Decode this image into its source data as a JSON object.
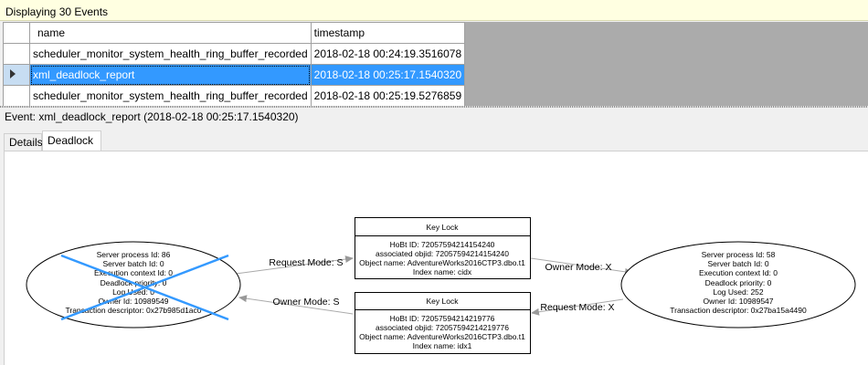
{
  "status_bar": {
    "text": "Displaying 30 Events"
  },
  "grid": {
    "columns": [
      "name",
      "timestamp"
    ],
    "rows": [
      {
        "name": "scheduler_monitor_system_health_ring_buffer_recorded",
        "timestamp": "2018-02-18 00:24:19.3516078",
        "selected": false
      },
      {
        "name": "xml_deadlock_report",
        "timestamp": "2018-02-18 00:25:17.1540320",
        "selected": true
      },
      {
        "name": "scheduler_monitor_system_health_ring_buffer_recorded",
        "timestamp": "2018-02-18 00:25:19.5276859",
        "selected": false
      }
    ]
  },
  "event_label": "Event: xml_deadlock_report (2018-02-18 00:25:17.1540320)",
  "tabs": [
    {
      "label": "Details",
      "active": false
    },
    {
      "label": "Deadlock",
      "active": true
    }
  ],
  "deadlock": {
    "victim_color": "#3399ff",
    "process_left": {
      "victim": true,
      "lines": [
        "Server process Id: 86",
        "Server batch Id: 0",
        "Execution context Id: 0",
        "Deadlock priority: 0",
        "Log Used: 0",
        "Owner Id: 10989549",
        "Transaction descriptor: 0x27b985d1ac0"
      ]
    },
    "process_right": {
      "victim": false,
      "lines": [
        "Server process Id: 58",
        "Server batch Id: 0",
        "Execution context Id: 0",
        "Deadlock priority: 0",
        "Log Used: 252",
        "Owner Id: 10989547",
        "Transaction descriptor: 0x27ba15a4490"
      ]
    },
    "resource_top": {
      "title": "Key Lock",
      "lines": [
        "HoBt ID: 72057594214154240",
        "associated objid: 72057594214154240",
        "Object name: AdventureWorks2016CTP3.dbo.t1",
        "Index name: cidx"
      ]
    },
    "resource_bottom": {
      "title": "Key Lock",
      "lines": [
        "HoBt ID: 72057594214219776",
        "associated objid: 72057594214219776",
        "Object name: AdventureWorks2016CTP3.dbo.t1",
        "Index name: idx1"
      ]
    },
    "edges": {
      "left_request": "Request Mode: S",
      "top_owner": "Owner Mode: X",
      "right_request": "Request Mode: X",
      "bottom_owner": "Owner Mode: S"
    }
  }
}
